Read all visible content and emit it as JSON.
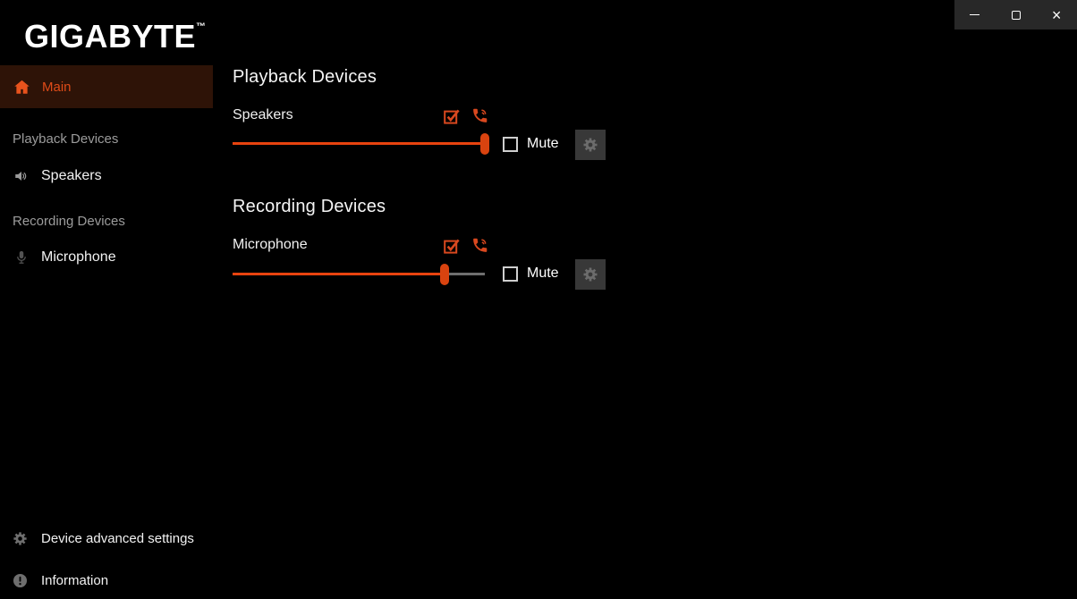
{
  "window": {
    "logo": "GIGABYTE",
    "logo_tm": "™",
    "controls": [
      {
        "name": "minimize"
      },
      {
        "name": "maximize"
      },
      {
        "name": "close"
      }
    ]
  },
  "colors": {
    "accent": "#e2491a",
    "slider_fill": "#e8430f",
    "active_item_bg": "#2e1307",
    "titlebar_controls_bg": "#282828"
  },
  "sidebar": {
    "main_item": {
      "label": "Main",
      "active": true
    },
    "sections": [
      {
        "label": "Playback Devices",
        "item": "Speakers"
      },
      {
        "label": "Recording Devices",
        "item": "Microphone"
      }
    ],
    "footer": [
      {
        "label": "Device advanced settings"
      },
      {
        "label": "Information"
      }
    ]
  },
  "main": {
    "sections": [
      {
        "heading": "Playback Devices",
        "device": "Speakers",
        "volume_percent": 100,
        "mute_label": "Mute",
        "muted": false,
        "is_default_device": true,
        "is_default_communications_device": true
      },
      {
        "heading": "Recording Devices",
        "device": "Microphone",
        "volume_percent": 84,
        "mute_label": "Mute",
        "muted": false,
        "is_default_device": true,
        "is_default_communications_device": true
      }
    ]
  }
}
